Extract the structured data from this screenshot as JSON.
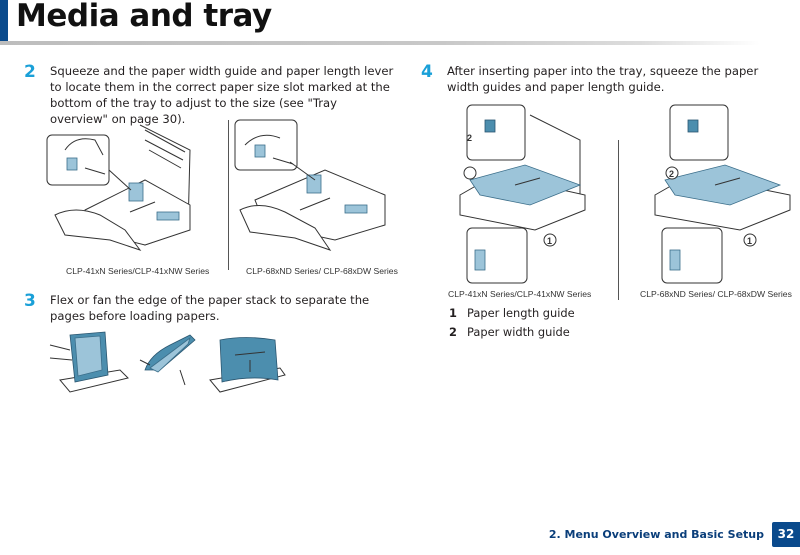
{
  "header": {
    "title": "Media and tray"
  },
  "steps": [
    {
      "number": "2",
      "text": "Squeeze and the paper width guide and paper length lever to locate them in the correct paper size slot marked at the bottom of the tray to adjust to the size (see \"Tray overview\" on page 30)."
    },
    {
      "number": "3",
      "text": "Flex or fan the edge of the paper stack to separate the pages before loading papers."
    },
    {
      "number": "4",
      "text": "After inserting paper into the tray, squeeze the paper width guides and paper length guide."
    }
  ],
  "figures": {
    "step2": {
      "left_caption": "CLP-41xN Series/CLP-41xNW Series",
      "right_caption": "CLP-68xND Series/ CLP-68xDW Series"
    },
    "step4": {
      "left_caption": "CLP-41xN Series/CLP-41xNW Series",
      "right_caption": "CLP-68xND Series/ CLP-68xDW Series",
      "callout_1": "1",
      "callout_2": "2"
    }
  },
  "legend": [
    {
      "number": "1",
      "label": "Paper length guide"
    },
    {
      "number": "2",
      "label": "Paper width guide"
    }
  ],
  "footer": {
    "chapter": "2. Menu Overview and Basic Setup",
    "page": "32"
  },
  "colors": {
    "accent_blue": "#1aa0d8",
    "brand_navy": "#0a4a8c",
    "illustration_blue": "#9cc4d9"
  }
}
